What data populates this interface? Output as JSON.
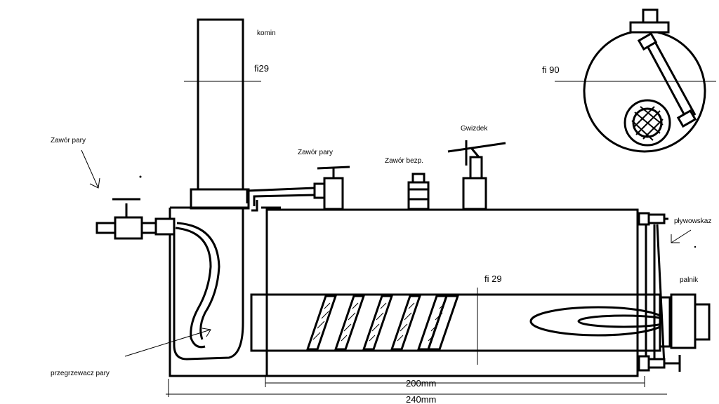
{
  "labels": {
    "komin": "komin",
    "fi29_top": "fi29",
    "fi90": "fi 90",
    "zawor_pary_left": "Zawór pary",
    "zawor_pary_top": "Zawór pary",
    "zawor_bezp": "Zawór bezp.",
    "gwizdek": "Gwizdek",
    "plywowskaz": "pływowskaz",
    "palnik": "palnik",
    "fi29_mid": "fi 29",
    "przegrzewacz": "przegrzewacz pary",
    "dim_200": "200mm",
    "dim_240": "240mm"
  }
}
